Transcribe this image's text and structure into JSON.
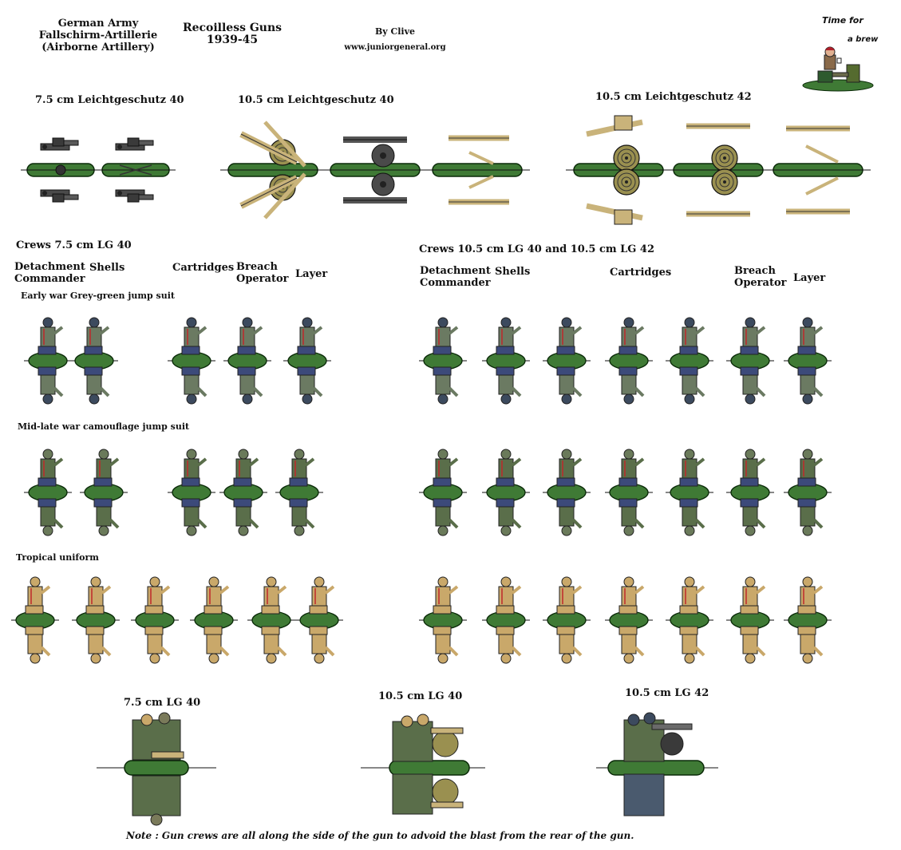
{
  "header": {
    "army_line1": "German Army",
    "army_line2": "Fallschirm-Artillerie",
    "army_line3": "(Airborne Artillery)",
    "title_line1": "Recoilless Guns",
    "title_line2": "1939-45",
    "author": "By Clive",
    "website": "www.juniorgeneral.org",
    "brew_line1": "Time for",
    "brew_line2": "a brew"
  },
  "guns": {
    "lg40_75": "7.5 cm Leichtgeschutz 40",
    "lg40_105": "10.5 cm Leichtgeschutz 40",
    "lg42_105": "10.5 cm Leichtgeschutz 42"
  },
  "crews": {
    "title_75": "Crews 7.5 cm LG 40",
    "title_105": "Crews 10.5 cm LG 40 and 10.5 cm LG 42",
    "roles": {
      "detachment_line1": "Detachment",
      "detachment_line2": "Commander",
      "shells": "Shells",
      "cartridges": "Cartridges",
      "breach_line1": "Breach",
      "breach_line2": "Operator",
      "layer": "Layer"
    },
    "uniforms": {
      "early": "Early war Grey-green jump suit",
      "mid": "Mid-late war camouflage jump suit",
      "tropical": "Tropical uniform"
    }
  },
  "assembled": {
    "lg40_75": "7.5 cm LG 40",
    "lg40_105": "10.5 cm LG 40",
    "lg42_105": "10.5 cm LG 42"
  },
  "note": "Note : Gun crews are all along the side of the gun to advoid the blast from the rear of the gun.",
  "colors": {
    "base_green": "#3f7a35",
    "base_outline": "#0a2a08",
    "grey_green": "#6b7a62",
    "camo": "#5a6e4a",
    "tropical": "#c9a86a",
    "gun_grey": "#4a4a4a",
    "gun_sand": "#c9b37a",
    "helmet_blue": "#3c4a5e",
    "red_flash": "#c0282a"
  }
}
